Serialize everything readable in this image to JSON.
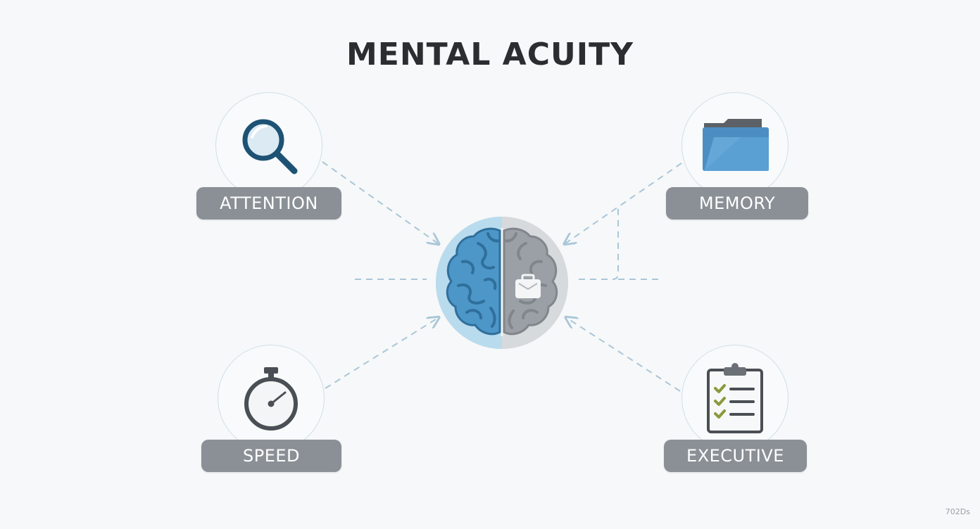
{
  "title": "MENTAL ACUITY",
  "nodes": {
    "attention": {
      "label": "ATTENTION",
      "icon": "magnifying-glass-icon"
    },
    "memory": {
      "label": "MEMORY",
      "icon": "folder-icon"
    },
    "speed": {
      "label": "SPEED",
      "icon": "stopwatch-icon"
    },
    "executive": {
      "label": "EXECUTIVE",
      "icon": "checklist-clipboard-icon"
    }
  },
  "center": {
    "icon": "brain-icon",
    "badge_icon": "briefcase-icon"
  },
  "watermark": "702Ds",
  "colors": {
    "accent_blue": "#3f8fc4",
    "brain_gray": "#9aa0a6",
    "pill_gray": "#8a9096",
    "connector": "#a9c7d8",
    "title": "#2b2d30"
  }
}
